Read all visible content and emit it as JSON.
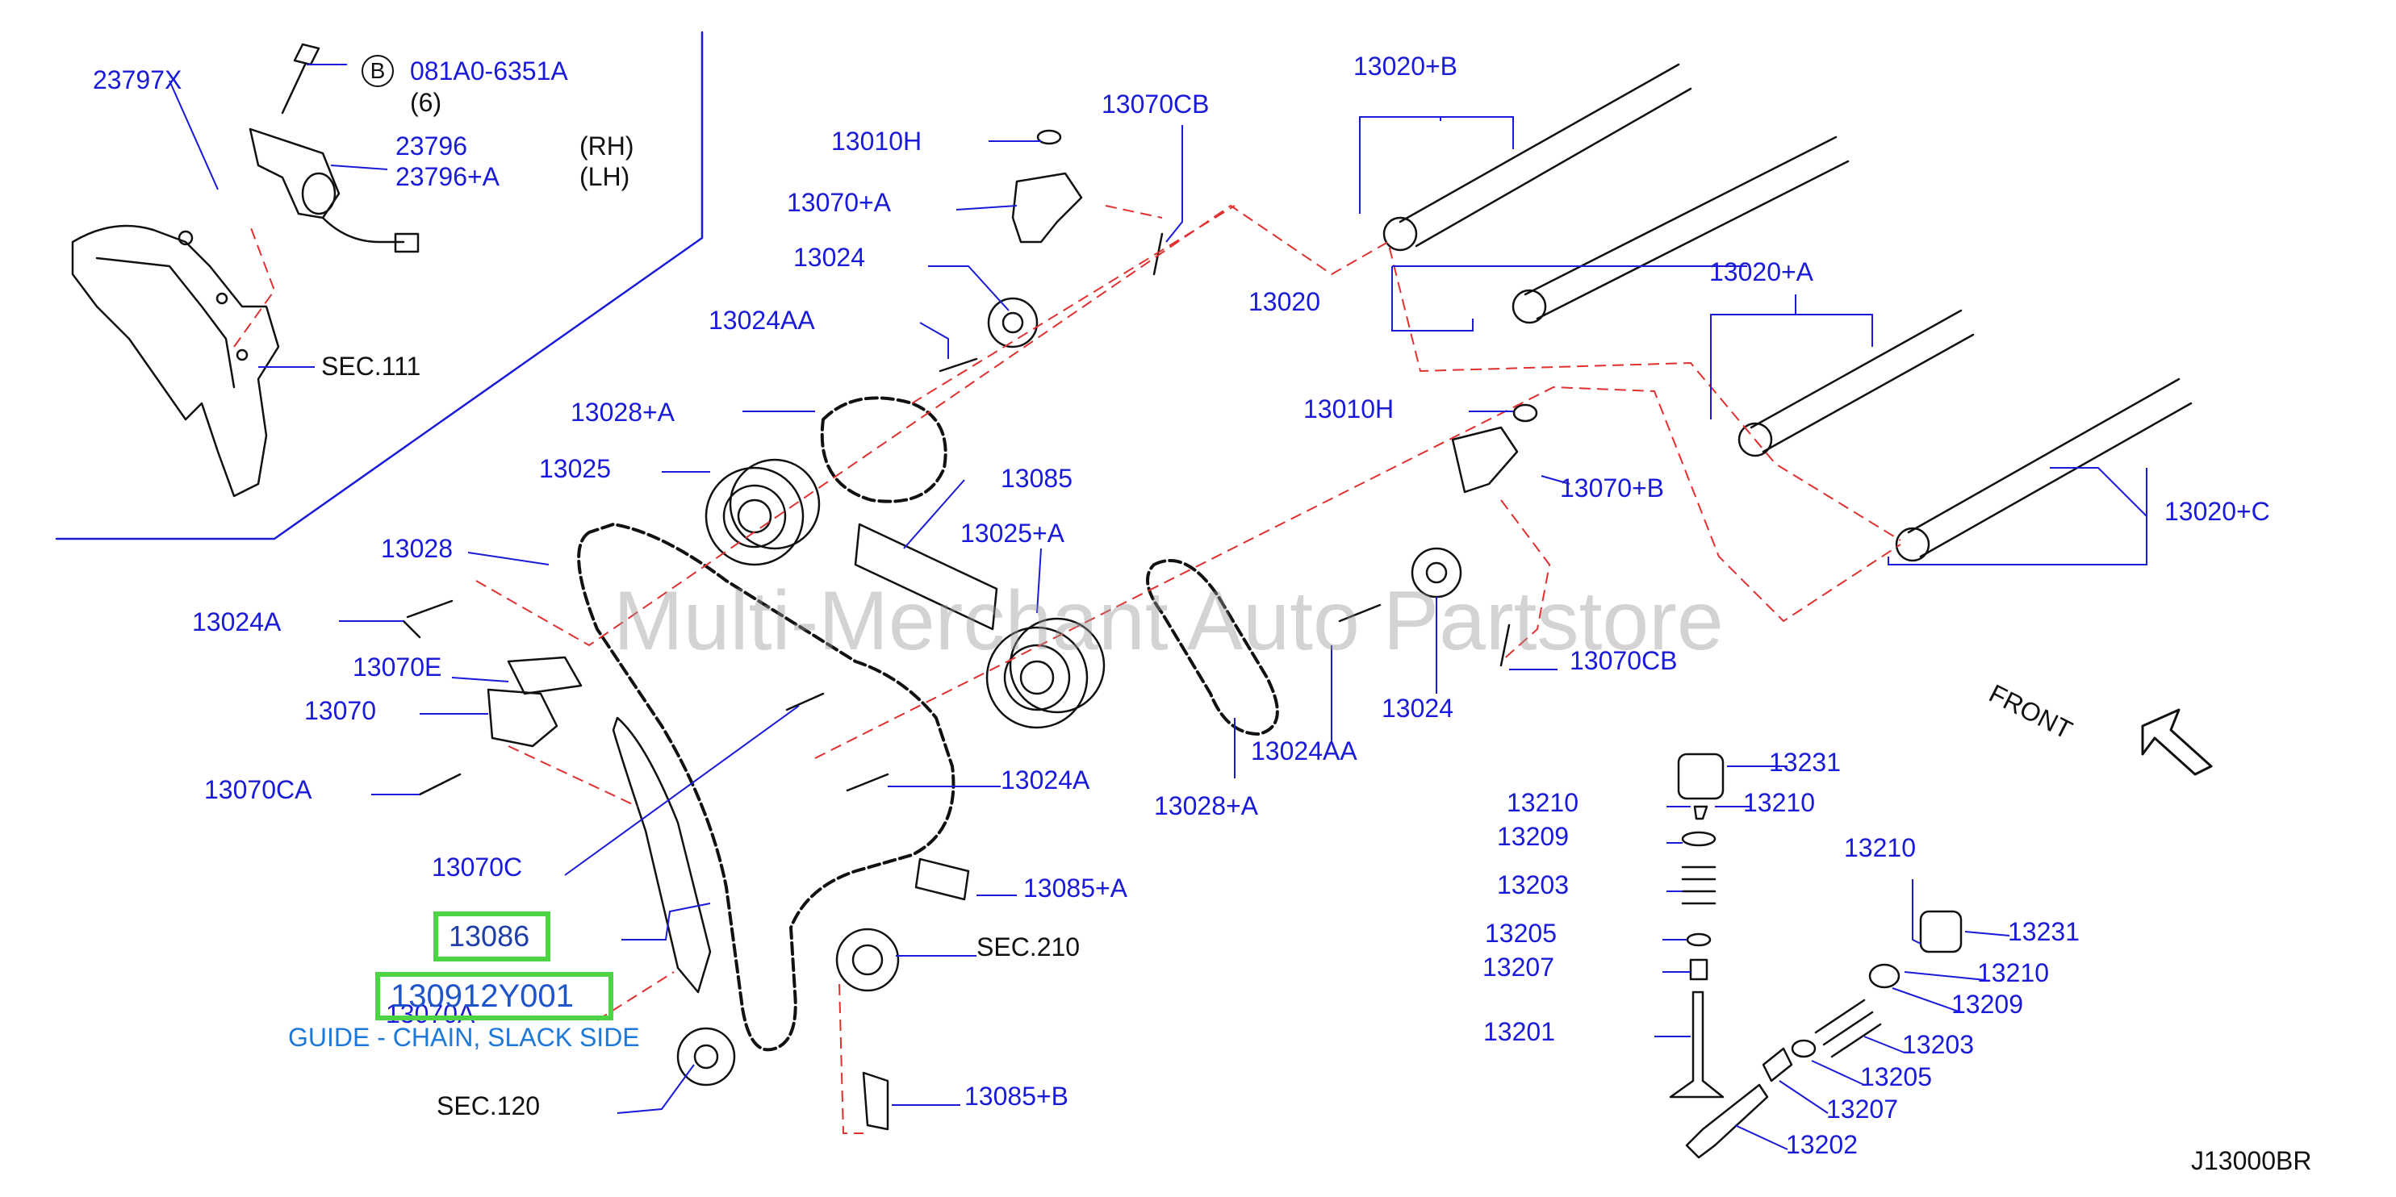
{
  "diagram_id": "J13000BR",
  "watermark": "Multi-Merchant Auto Partstore",
  "front_label": "FRONT",
  "bolt_circle": "B",
  "labels": {
    "l23797x": "23797X",
    "l081a0": "081A0-6351A",
    "l6": "(6)",
    "l23796": "23796",
    "l23796a": "23796+A",
    "rh": "(RH)",
    "lh": "(LH)",
    "sec111": "SEC.111",
    "l13010h_a": "13010H",
    "l13070cb_a": "13070CB",
    "l13070a_plus": "13070+A",
    "l13024_a": "13024",
    "l13024aa_a": "13024AA",
    "l13028a_a": "13028+A",
    "l13025": "13025",
    "l13085": "13085",
    "l13025a": "13025+A",
    "l13028": "13028",
    "l13024a_a": "13024A",
    "l13070e": "13070E",
    "l13070": "13070",
    "l13070ca": "13070CA",
    "l13070c": "13070C",
    "l13070a_hidden": "13070A",
    "l13024a_b": "13024A",
    "l13085a": "13085+A",
    "sec210": "SEC.210",
    "sec120": "SEC.120",
    "l13085b": "13085+B",
    "l13020b": "13020+B",
    "l13020": "13020",
    "l13020a": "13020+A",
    "l13020c": "13020+C",
    "l13010h_b": "13010H",
    "l13070b": "13070+B",
    "l13070cb_b": "13070CB",
    "l13024_b": "13024",
    "l13024aa_b": "13024AA",
    "l13028a_b": "13028+A",
    "l13231_a": "13231",
    "l13210_a": "13210",
    "l13210_b": "13210",
    "l13209_a": "13209",
    "l13203_a": "13203",
    "l13205_a": "13205",
    "l13207_a": "13207",
    "l13201": "13201",
    "l13210_c": "13210",
    "l13231_b": "13231",
    "l13210_d": "13210",
    "l13209_b": "13209",
    "l13203_b": "13203",
    "l13205_b": "13205",
    "l13207_b": "13207",
    "l13202": "13202"
  },
  "highlight": {
    "part_13086": "13086",
    "part_number": "130912Y001",
    "description": "GUIDE - CHAIN, SLACK SIDE"
  },
  "colors": {
    "label": "#1a1ad9",
    "highlight_border": "#4cd444",
    "description": "#1e78d8",
    "dashed_line": "#e03030",
    "leader": "#1a1ad9",
    "part_outline": "#111111"
  }
}
